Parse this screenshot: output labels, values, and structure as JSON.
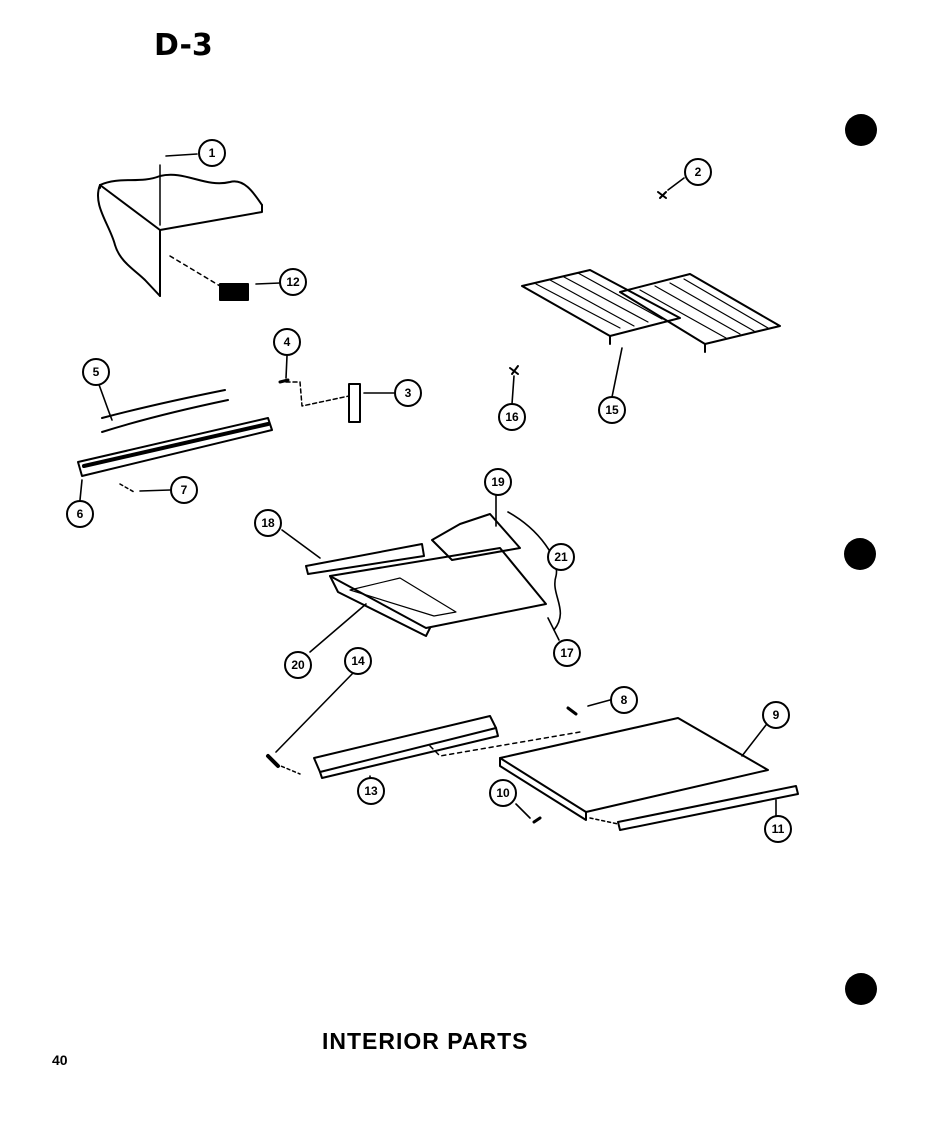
{
  "page": {
    "diagram_id": "D-3",
    "caption": "INTERIOR PARTS",
    "page_number": "40"
  },
  "callouts": [
    {
      "id": "c1",
      "label": "1"
    },
    {
      "id": "c2",
      "label": "2"
    },
    {
      "id": "c3",
      "label": "3"
    },
    {
      "id": "c4",
      "label": "4"
    },
    {
      "id": "c5",
      "label": "5"
    },
    {
      "id": "c6",
      "label": "6"
    },
    {
      "id": "c7",
      "label": "7"
    },
    {
      "id": "c8",
      "label": "8"
    },
    {
      "id": "c9",
      "label": "9"
    },
    {
      "id": "c10",
      "label": "10"
    },
    {
      "id": "c11",
      "label": "11"
    },
    {
      "id": "c12",
      "label": "12"
    },
    {
      "id": "c13",
      "label": "13"
    },
    {
      "id": "c14",
      "label": "14"
    },
    {
      "id": "c15",
      "label": "15"
    },
    {
      "id": "c16",
      "label": "16"
    },
    {
      "id": "c17",
      "label": "17"
    },
    {
      "id": "c18",
      "label": "18"
    },
    {
      "id": "c19",
      "label": "19"
    },
    {
      "id": "c20",
      "label": "20"
    },
    {
      "id": "c21",
      "label": "21"
    }
  ],
  "colors": {
    "ink": "#000000",
    "paper": "#ffffff"
  }
}
